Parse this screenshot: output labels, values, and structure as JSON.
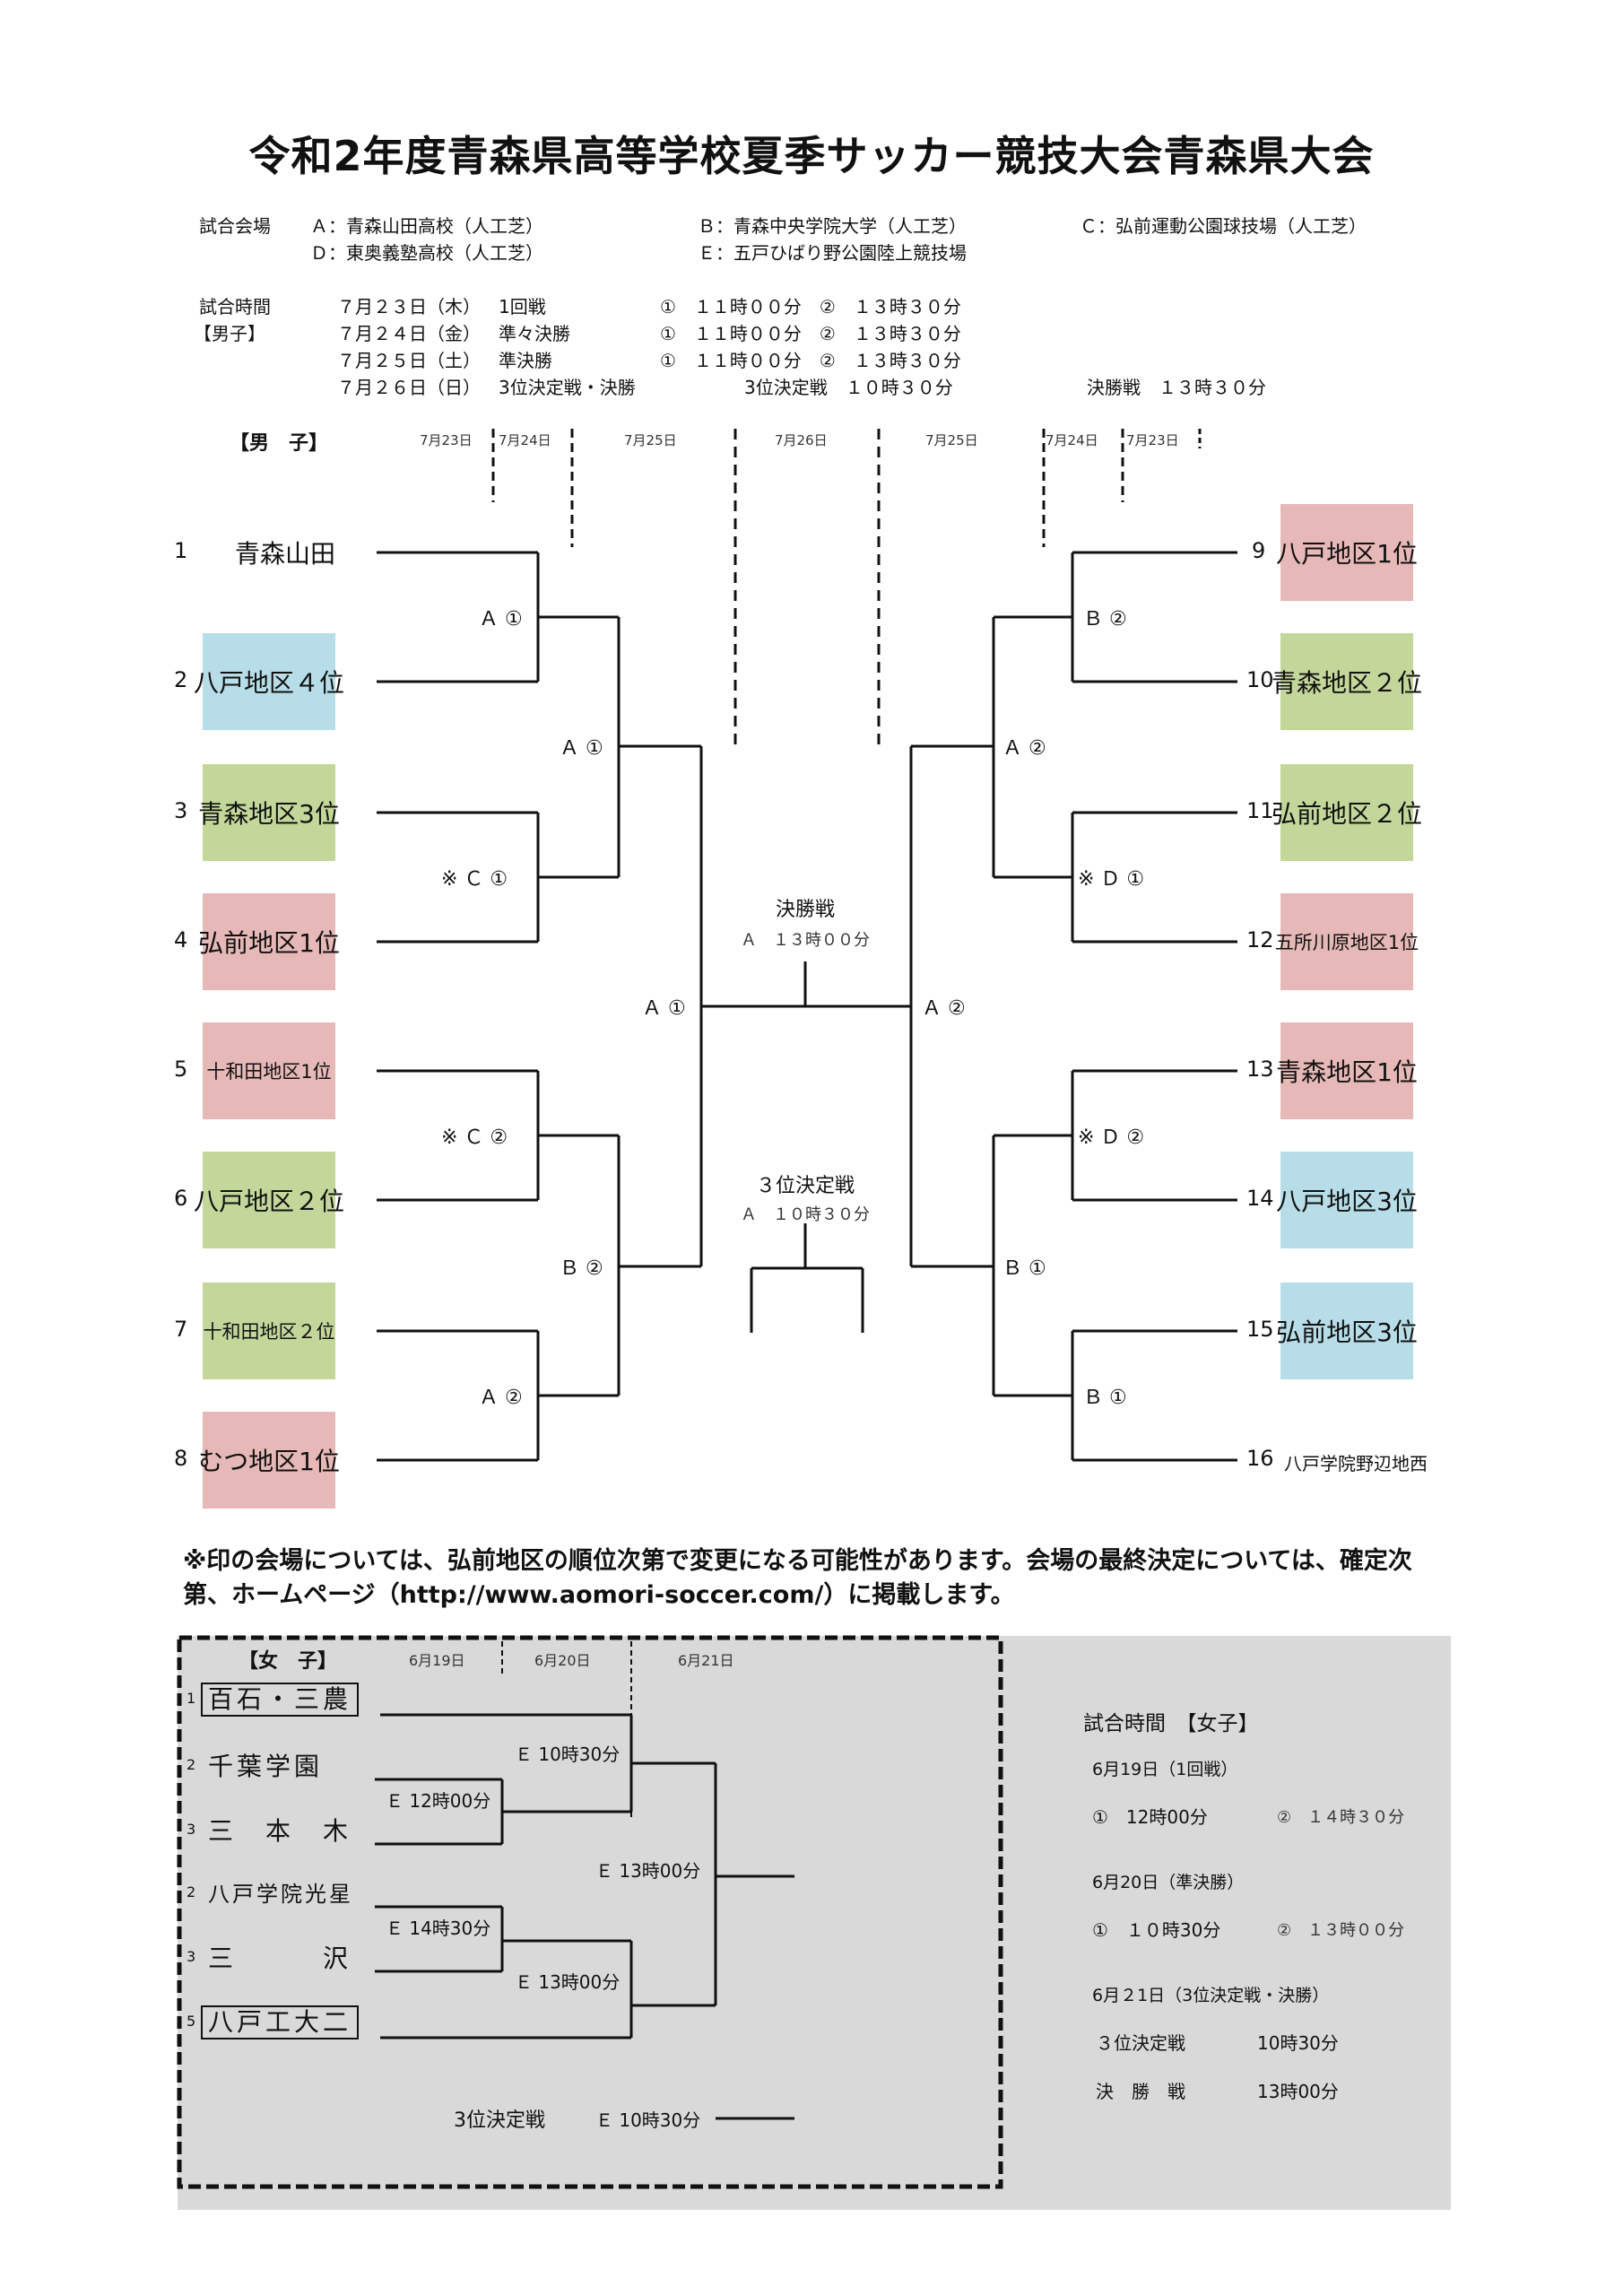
{
  "title": "令和2年度青森県高等学校夏季サッカー競技大会青森県大会",
  "venues": {
    "label": "試合会場",
    "a": "Ａ：青森山田高校（人工芝）",
    "b": "Ｂ：青森中央学院大学（人工芝）",
    "c": "Ｃ：弘前運動公園球技場（人工芝）",
    "d": "Ｄ：東奥義塾高校（人工芝）",
    "e": "Ｅ：五戸ひばり野公園陸上競技場"
  },
  "schedule": {
    "label": "試合時間",
    "sublabel": "【男子】",
    "rows": [
      {
        "date": "７月２３日（木）",
        "round": "1回戦",
        "times": "①　１１時００分　②　１３時３０分"
      },
      {
        "date": "７月２４日（金）",
        "round": "準々決勝",
        "times": "①　１１時００分　②　１３時３０分"
      },
      {
        "date": "７月２５日（土）",
        "round": "準決勝",
        "times": "①　１１時００分　②　１３時３０分"
      },
      {
        "date": "７月２６日（日）",
        "round": "3位決定戦・決勝",
        "times": "3位決定戦　１０時３０分"
      }
    ],
    "final_time": "決勝戦　１３時３０分"
  },
  "men": {
    "header": "【男　子】",
    "dates_left": [
      "7月23日",
      "7月24日",
      "7月25日"
    ],
    "date_center": "7月26日",
    "dates_right": [
      "7月25日",
      "7月24日",
      "7月23日"
    ],
    "teams": [
      {
        "seed": "1",
        "name": "青森山田",
        "color": ""
      },
      {
        "seed": "2",
        "name": "八戸地区４位",
        "color": "#b7dde8"
      },
      {
        "seed": "3",
        "name": "青森地区3位",
        "color": "#c4d79b"
      },
      {
        "seed": "4",
        "name": "弘前地区1位",
        "color": "#e6b8b7"
      },
      {
        "seed": "5",
        "name": "十和田地区1位",
        "color": "#e6b8b7"
      },
      {
        "seed": "6",
        "name": "八戸地区２位",
        "color": "#c4d79b"
      },
      {
        "seed": "7",
        "name": "十和田地区２位",
        "color": "#c4d79b"
      },
      {
        "seed": "8",
        "name": "むつ地区1位",
        "color": "#e6b8b7"
      },
      {
        "seed": "9",
        "name": "八戸地区1位",
        "color": "#e6b8b7"
      },
      {
        "seed": "10",
        "name": "青森地区２位",
        "color": "#c4d79b"
      },
      {
        "seed": "11",
        "name": "弘前地区２位",
        "color": "#c4d79b"
      },
      {
        "seed": "12",
        "name": "五所川原地区1位",
        "color": "#e6b8b7"
      },
      {
        "seed": "13",
        "name": "青森地区1位",
        "color": "#e6b8b7"
      },
      {
        "seed": "14",
        "name": "八戸地区3位",
        "color": "#b7dde8"
      },
      {
        "seed": "15",
        "name": "弘前地区3位",
        "color": "#b7dde8"
      },
      {
        "seed": "16",
        "name": "八戸学院野辺地西",
        "color": ""
      }
    ],
    "matches": {
      "r1_l1": "Ａ ①",
      "r1_l2": "※ Ｃ ①",
      "r1_l3": "※ Ｃ ②",
      "r1_l4": "Ａ ②",
      "r2_l1": "Ａ ①",
      "r2_l2": "Ｂ ②",
      "sf_l": "Ａ ①",
      "r1_r1": "Ｂ ②",
      "r1_r2": "※ Ｄ ①",
      "r1_r3": "※ Ｄ ②",
      "r1_r4": "Ｂ ①",
      "r2_r1": "Ａ ②",
      "r2_r2": "Ｂ ①",
      "sf_r": "Ａ ②"
    },
    "final_label": "決勝戦",
    "final_time": "Ａ　１３時００分",
    "third_label": "３位決定戦",
    "third_time": "Ａ　１０時３０分"
  },
  "note": "※印の会場については、弘前地区の順位次第で変更になる可能性があります。会場の最終決定については、確定次第、ホームページ（http://www.aomori-soccer.com/）に掲載します。",
  "women": {
    "header": "【女　子】",
    "dates": [
      "6月19日",
      "6月20日",
      "6月21日"
    ],
    "teams": [
      {
        "seed": "1",
        "name": "百石・三農"
      },
      {
        "seed": "2",
        "name": "千葉学園"
      },
      {
        "seed": "3",
        "name": "三　本　木"
      },
      {
        "seed": "2",
        "name": "八戸学院光星"
      },
      {
        "seed": "3",
        "name": "三　　　沢"
      },
      {
        "seed": "5",
        "name": "八戸工大二"
      }
    ],
    "matches": {
      "m1": "Ｅ 12時00分",
      "m2": "Ｅ 10時30分",
      "m3": "Ｅ 14時30分",
      "m4": "Ｅ 13時00分",
      "final": "Ｅ 13時00分",
      "third_label": "3位決定戦",
      "third_time": "Ｅ 10時30分"
    },
    "schedule": {
      "title": "試合時間　【女子】",
      "d1": "6月19日（1回戦）",
      "d1a": "①　12時00分",
      "d1b": "②　１４時３０分",
      "d2": "6月20日（準決勝）",
      "d2a": "①　１０時30分",
      "d2b": "②　１３時００分",
      "d3": "6月２1日（3位決定戦・決勝）",
      "d3a_label": "３位決定戦",
      "d3a_time": "10時30分",
      "d3b_label": "決　勝　戦",
      "d3b_time": "13時00分"
    }
  }
}
